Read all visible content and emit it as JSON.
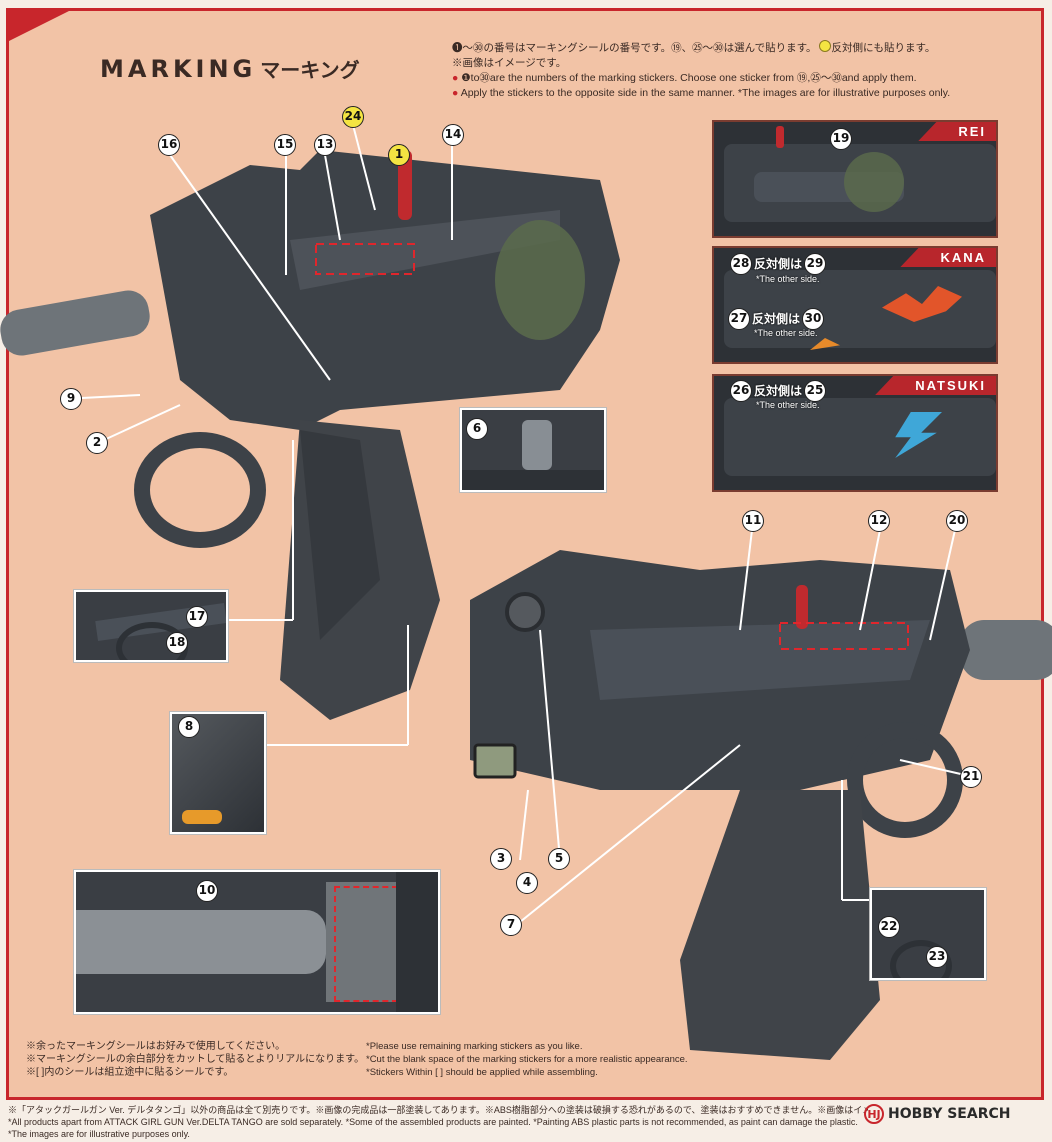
{
  "title": {
    "en": "MARKING",
    "ja": "マーキング"
  },
  "notes": {
    "line1": "❶〜㉚の番号はマーキングシールの番号です。⑲、㉕〜㉚は選んで貼ります。",
    "line1b": "反対側にも貼ります。",
    "line2": "※画像はイメージです。",
    "line3": "❶to㉚are the numbers of the marking stickers.  Choose one sticker from ⑲,㉕〜㉚and apply them.",
    "line4": "Apply the stickers to the opposite side in the same manner.  *The images are for illustrative purposes only."
  },
  "variants": [
    {
      "tag": "REI",
      "num": "19"
    },
    {
      "tag": "KANA",
      "num_a": "28",
      "side_a": "反対側は",
      "num_a2": "29",
      "note_a": "*The other side.",
      "num_b": "27",
      "side_b": "反対側は",
      "num_b2": "30",
      "note_b": "*The other side."
    },
    {
      "tag": "NATSUKI",
      "num_a": "26",
      "side_a": "反対側は",
      "num_a2": "25",
      "note_a": "*The other side."
    }
  ],
  "callouts": {
    "n1": "1",
    "n2": "2",
    "n3": "3",
    "n4": "4",
    "n5": "5",
    "n6": "6",
    "n7": "7",
    "n8": "8",
    "n9": "9",
    "n10": "10",
    "n11": "11",
    "n12": "12",
    "n13": "13",
    "n14": "14",
    "n15": "15",
    "n16": "16",
    "n17": "17",
    "n18": "18",
    "n20": "20",
    "n21": "21",
    "n22": "22",
    "n23": "23",
    "n24": "24"
  },
  "footer": {
    "ja1": "※余ったマーキングシールはお好みで使用してください。",
    "ja2": "※マーキングシールの余白部分をカットして貼るとよりリアルになります。",
    "ja3": "※[  ]内のシールは組立途中に貼るシールです。",
    "en1": "*Please use remaining marking stickers as you like.",
    "en2": "*Cut the blank space of the marking stickers for a more realistic appearance.",
    "en3": "*Stickers Within [  ] should be applied while assembling."
  },
  "fine": {
    "l1": "※「アタックガールガン Ver. デルタタンゴ」以外の商品は全て別売りです。※画像の完成品は一部塗装してあります。※ABS樹脂部分への塗装は破損する恐れがあるので、塗装はおすすめできません。※画像はイメージです。",
    "l2": "*All products apart from ATTACK GIRL GUN Ver.DELTA TANGO are sold separately. *Some of the assembled products are painted. *Painting ABS plastic parts is not recommended, as paint can damage the plastic.",
    "l3": "*The images are for illustrative purposes only."
  },
  "logo": {
    "mark": "HJ",
    "text": "HOBBY SEARCH"
  },
  "colors": {
    "accent": "#c8262c",
    "background": "#f2c3a6",
    "gun": "#3d4248"
  }
}
